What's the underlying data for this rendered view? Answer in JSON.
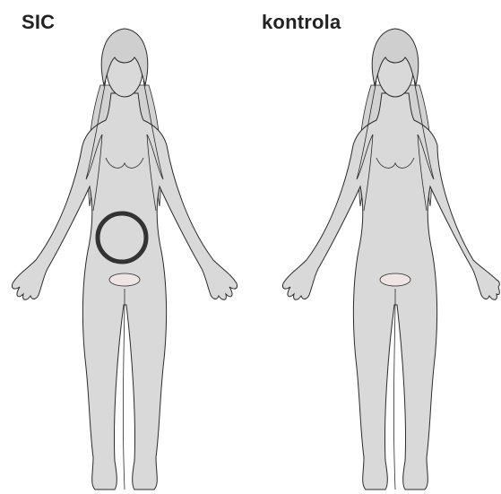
{
  "panels": [
    {
      "label": "SIC",
      "marker": "abdominal-ring"
    },
    {
      "label": "kontrola",
      "marker": "none"
    }
  ],
  "colors": {
    "body_fill": "#d9d9d9",
    "outline": "#2b2b2b",
    "genital_fill": "#efe4e4",
    "marker_stroke": "#333333"
  }
}
